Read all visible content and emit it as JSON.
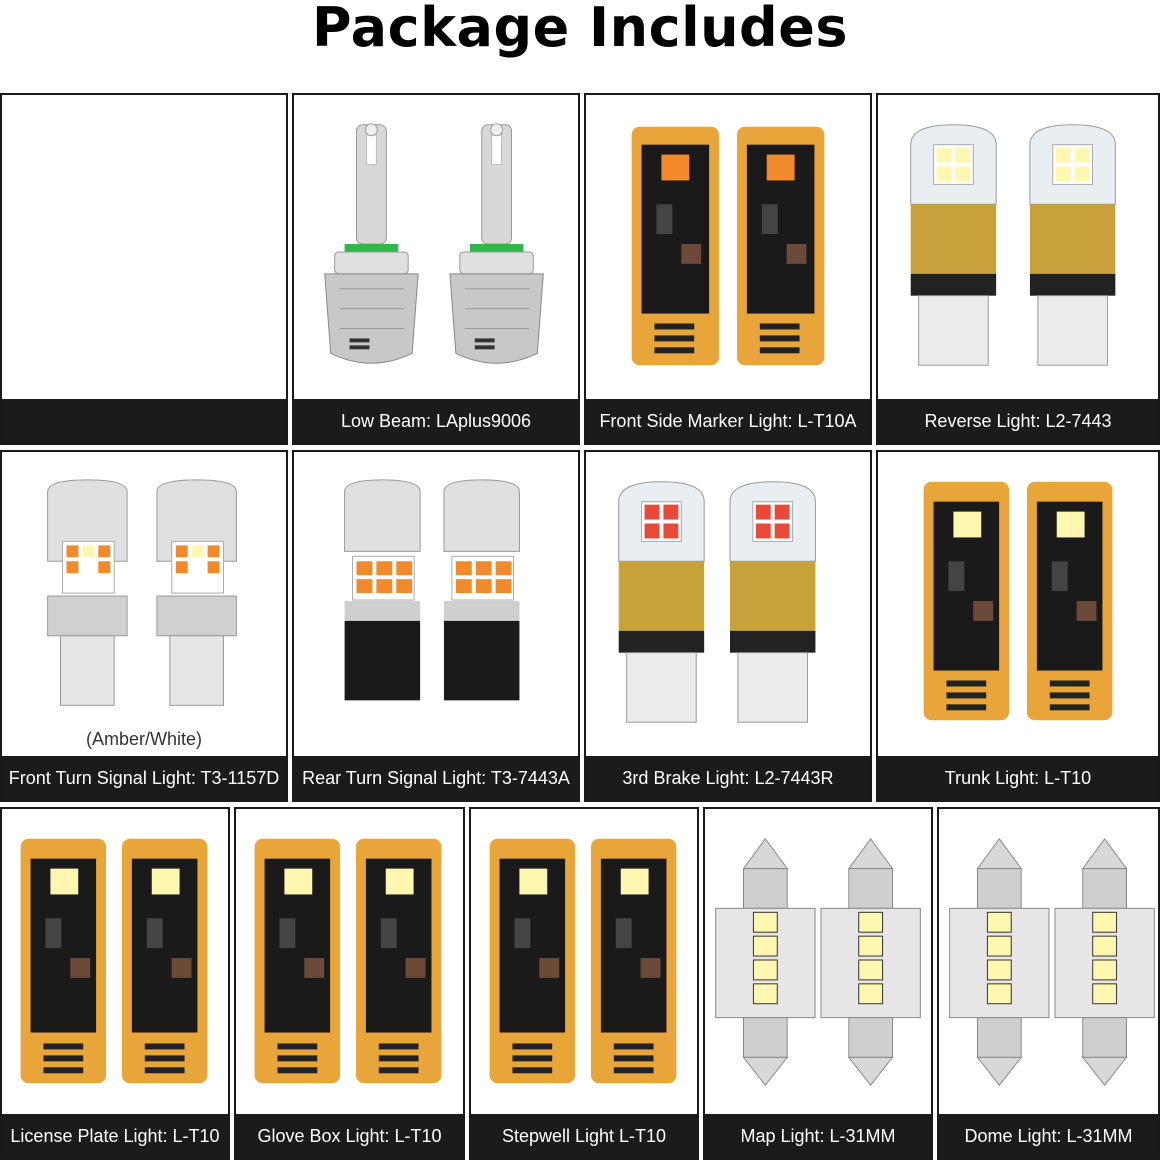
{
  "header": {
    "title": "Package Includes"
  },
  "note": "(Amber/White)",
  "items": [
    {
      "caption": "",
      "icon": "blank"
    },
    {
      "caption": "Low Beam: LAplus9006",
      "icon": "headlight-bulb-icon"
    },
    {
      "caption": "Front Side Marker Light: L-T10A",
      "icon": "wedge-bulb-amber-icon"
    },
    {
      "caption": "Reverse Light: L2-7443",
      "icon": "gold-bulb-white-icon"
    },
    {
      "caption": "Front Turn Signal Light: T3-1157D",
      "icon": "bayonet-bulb-icon"
    },
    {
      "caption": "Rear Turn Signal Light: T3-7443A",
      "icon": "wedge-socket-bulb-icon"
    },
    {
      "caption": "3rd Brake Light: L2-7443R",
      "icon": "gold-bulb-red-icon"
    },
    {
      "caption": "Trunk Light: L-T10",
      "icon": "wedge-bulb-white-icon"
    },
    {
      "caption": "License Plate Light: L-T10",
      "icon": "wedge-bulb-white-icon"
    },
    {
      "caption": "Glove Box Light: L-T10",
      "icon": "wedge-bulb-white-icon"
    },
    {
      "caption": "Stepwell Light L-T10",
      "icon": "wedge-bulb-white-icon"
    },
    {
      "caption": "Map Light: L-31MM",
      "icon": "festoon-bulb-icon"
    },
    {
      "caption": "Dome Light: L-31MM",
      "icon": "festoon-bulb-icon"
    }
  ],
  "colors": {
    "caption_bg": "#1b1b1b",
    "pcb_gold": "#e8a53a",
    "pcb_black": "#1a1a1a",
    "led_white": "#fff6b0",
    "led_amber": "#f08a2a",
    "led_red": "#e84a3a"
  }
}
